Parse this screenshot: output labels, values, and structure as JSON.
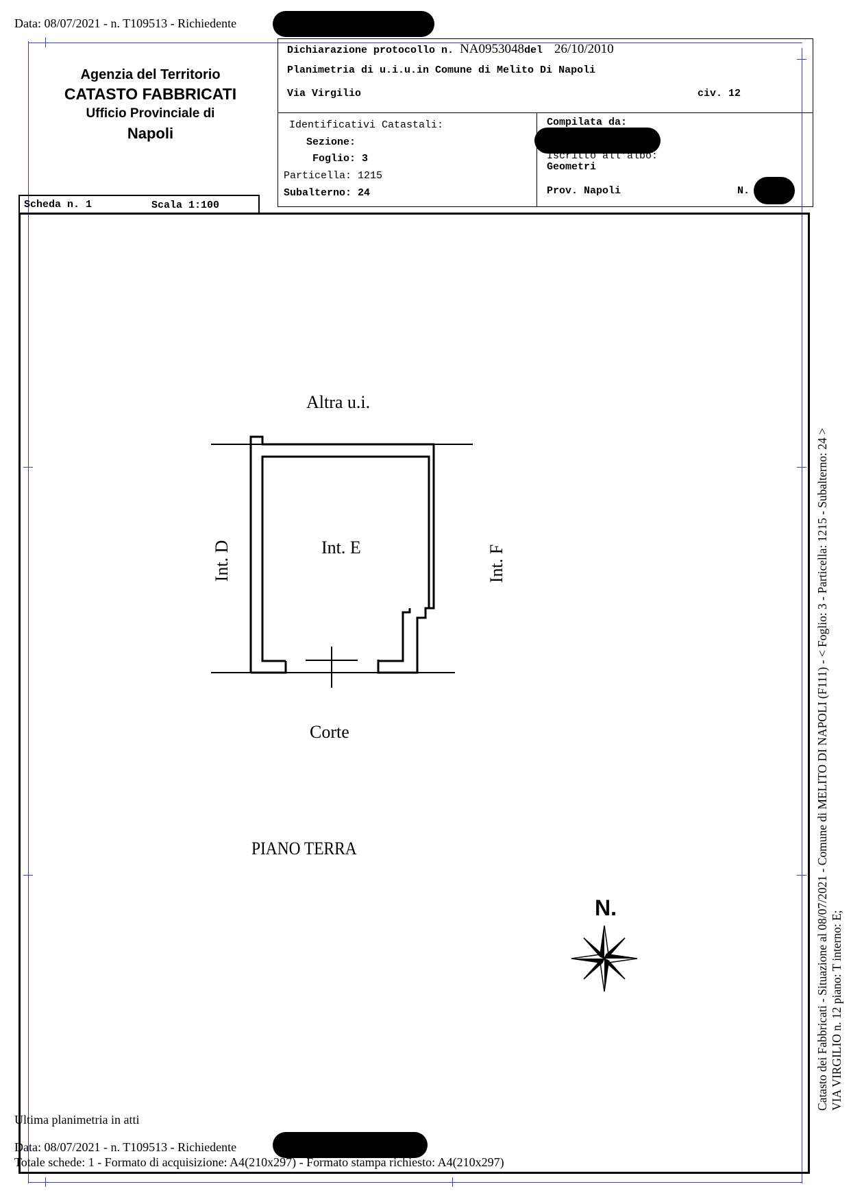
{
  "top_note": "Data: 08/07/2021 - n. T109513 - Richiedente",
  "agency": {
    "line1": "Agenzia del Territorio",
    "line2": "CATASTO FABBRICATI",
    "line3": "Ufficio Provinciale di",
    "line4": "Napoli"
  },
  "header": {
    "declaration_label": "Dichiarazione protocollo n.",
    "protocol_number": "NA0953048",
    "del_label": "del",
    "date": "26/10/2010",
    "planimetria": "Planimetria di u.i.u.in Comune di Melito Di Napoli",
    "address": "Via Virgilio",
    "civ": "civ. 12"
  },
  "identifiers": {
    "title": "Identificativi Catastali:",
    "sezione": "Sezione:",
    "foglio": "Foglio: 3",
    "particella": "Particella: 1215",
    "subalterno": "Subalterno: 24"
  },
  "compiler": {
    "compilata": "Compilata da:",
    "iscritto": "Iscritto all'albo:",
    "albo": "Geometri",
    "prov": "Prov. Napoli",
    "n_label": "N."
  },
  "scheda": {
    "scheda_label": "Scheda n. 1",
    "scala_label": "Scala 1:100"
  },
  "plan": {
    "top_label": "Altra u.i.",
    "left_label": "Int. D",
    "center_label": "Int. E",
    "right_label": "Int. F",
    "bottom_label": "Corte",
    "floor_label": "PIANO TERRA",
    "north_label": "N."
  },
  "side_text": {
    "line1": "Catasto dei Fabbricati - Situazione al 08/07/2021 - Comune di MELITO DI NAPOLI (F111) - < Foglio: 3 - Particella: 1215 - Subalterno: 24 >",
    "line2": "VIA VIRGILIO n. 12 piano: T interno: E;"
  },
  "footer": {
    "ultima": "Ultima planimetria in atti",
    "data": "Data: 08/07/2021 - n. T109513 - Richiedente",
    "totale": "Totale schede: 1 - Formato di acquisizione: A4(210x297) - Formato stampa richiesto: A4(210x297)"
  }
}
